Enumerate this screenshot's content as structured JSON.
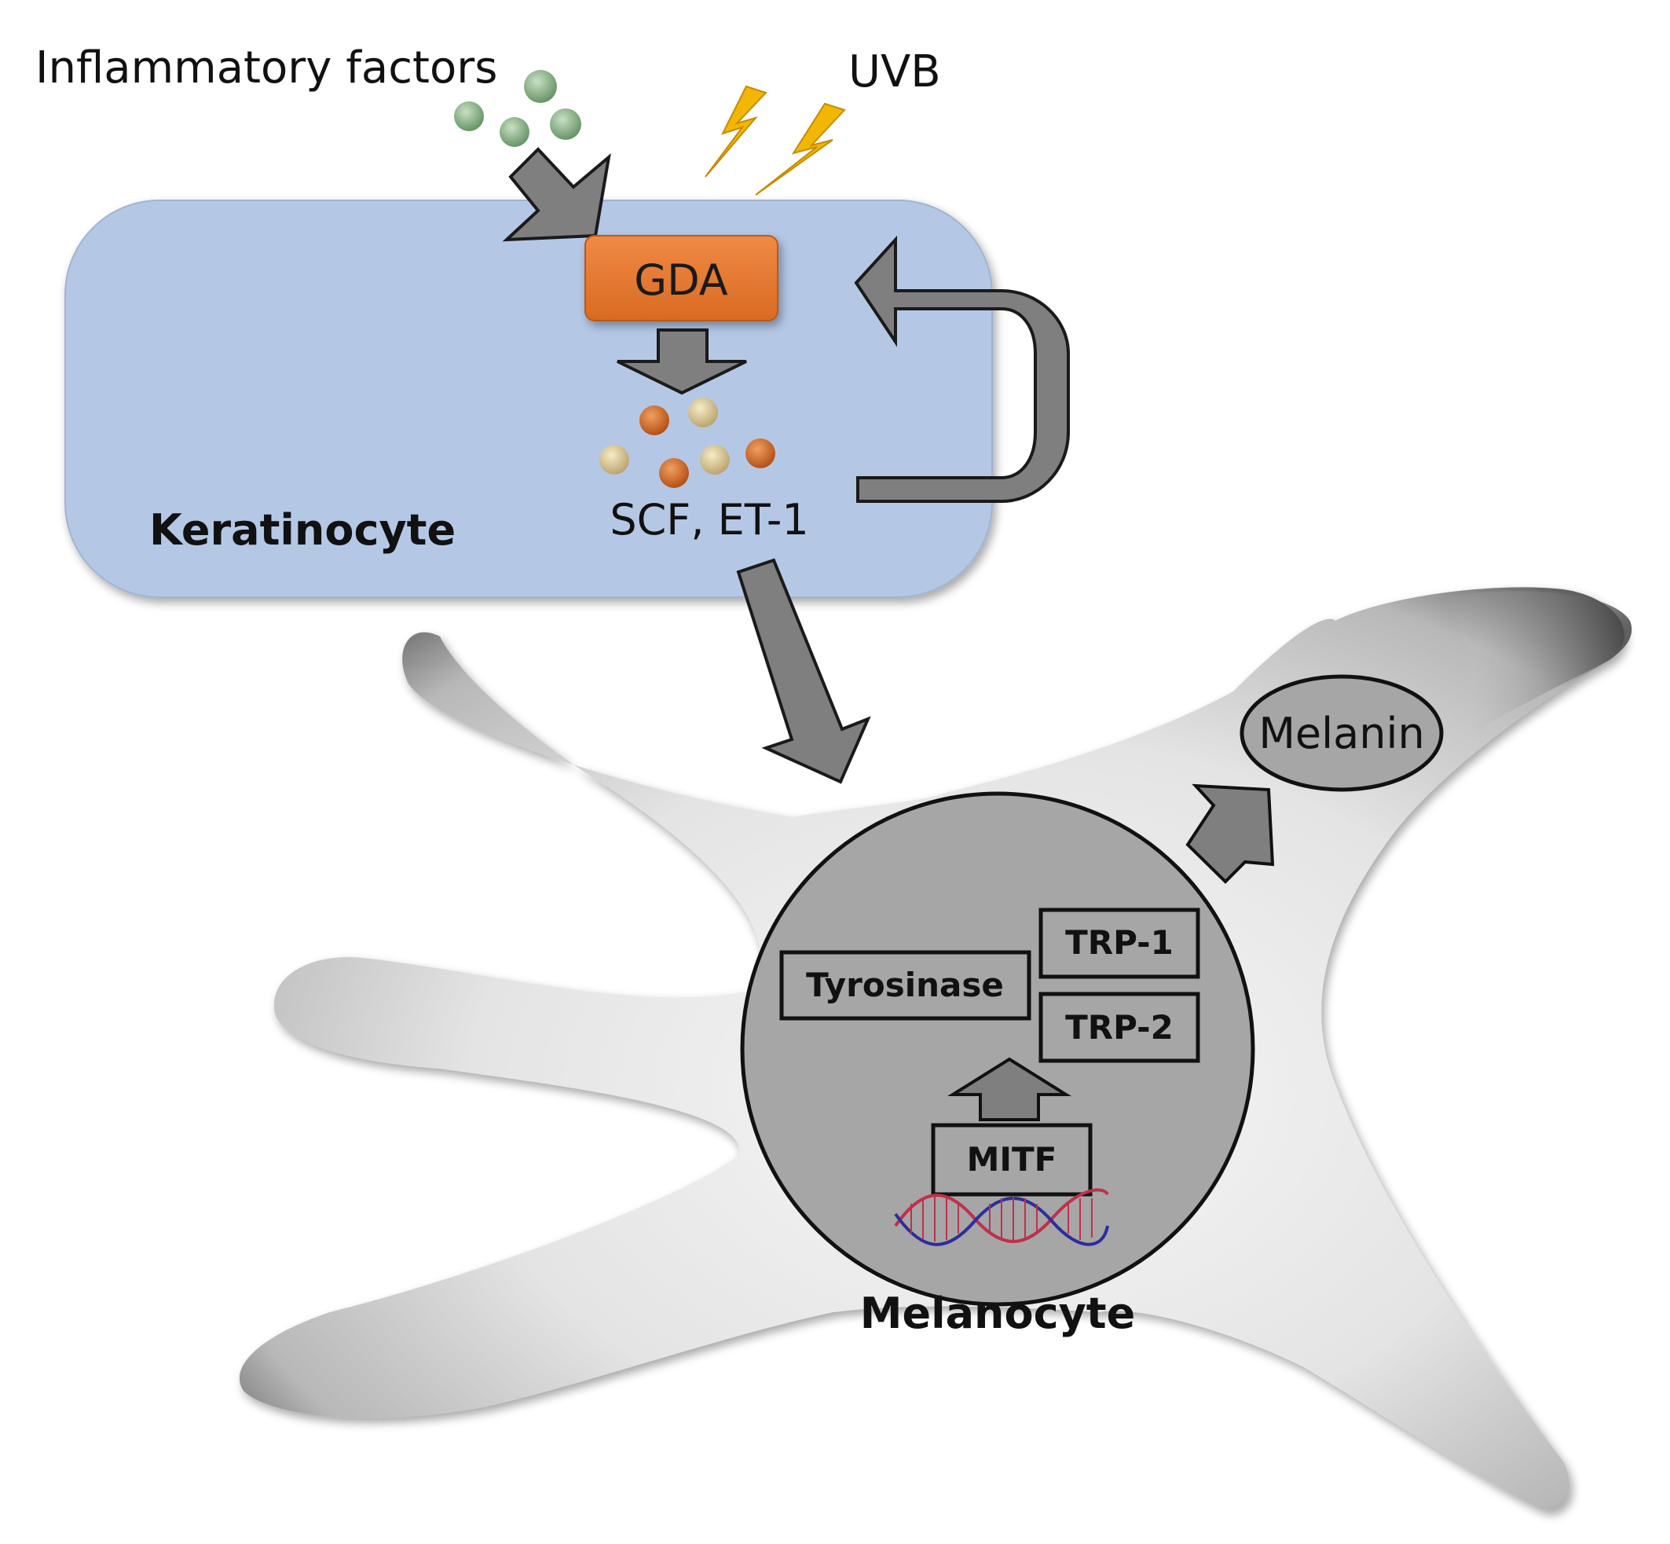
{
  "labels": {
    "inflammatory_factors": "Inflammatory factors",
    "uvb": "UVB",
    "gda": "GDA",
    "scf_et1": "SCF, ET-1",
    "keratinocyte": "Keratinocyte",
    "melanin": "Melanin",
    "tyrosinase": "Tyrosinase",
    "trp1": "TRP-1",
    "trp2": "TRP-2",
    "mitf": "MITF",
    "melanocyte": "Melanocyte"
  },
  "colors": {
    "keratinocyte_fill": "#b4c8e6",
    "gda_fill": "#ed7d31",
    "arrow_fill": "#7f7f7f",
    "nucleus_fill": "#a6a6a6",
    "melanin_fill": "#a6a6a6",
    "lightning": "#f2b705",
    "inflammatory_dots": "#8fb58f",
    "orange_dots": "#d0661f",
    "tan_dots": "#d8c898",
    "dna_strand_red": "#c0304a",
    "dna_strand_blue": "#2d2d9a"
  }
}
